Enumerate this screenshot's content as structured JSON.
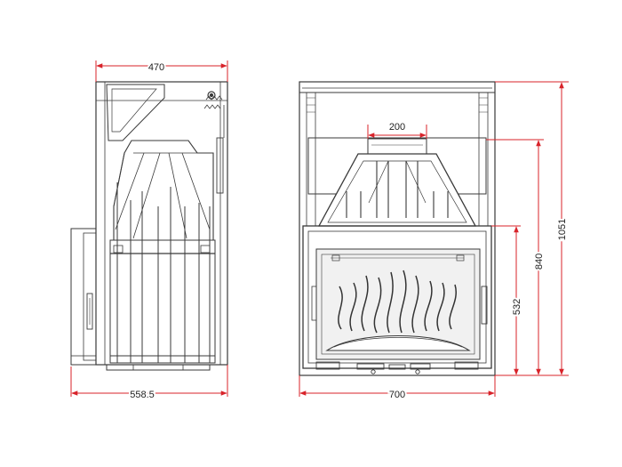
{
  "colors": {
    "drawing": "#3a3a3a",
    "dimension": "#d8232a",
    "glass": "#f1f1f1",
    "background": "#ffffff"
  },
  "dimensions": {
    "side_top_width": "470",
    "side_bottom_width": "558.5",
    "front_top_width": "200",
    "front_bottom_width": "700",
    "front_total_height": "1051",
    "front_upper_height": "840",
    "front_door_height": "532"
  }
}
